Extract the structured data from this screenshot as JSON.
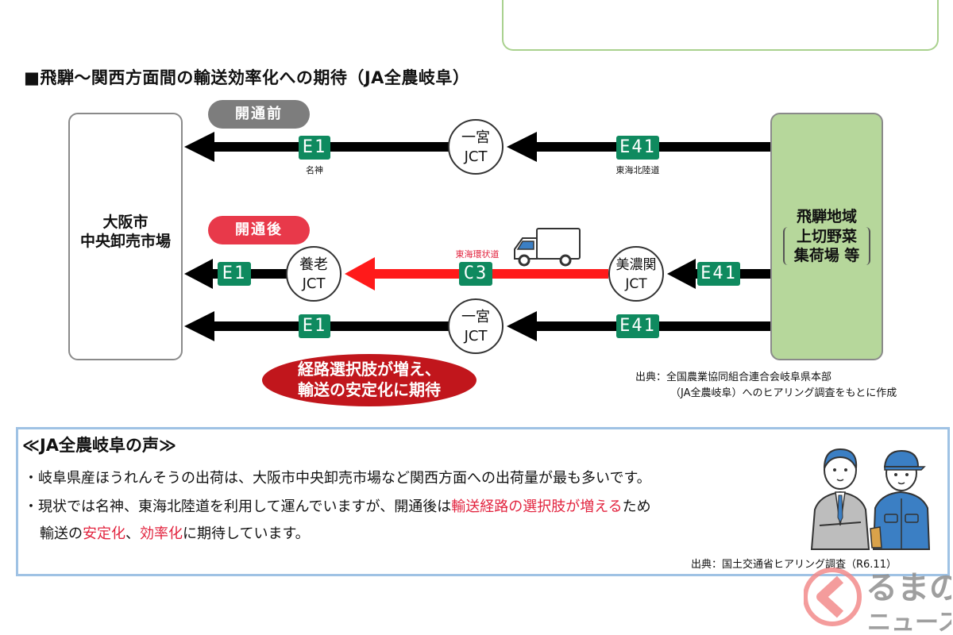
{
  "title": "■飛騨～関西方面間の輸送効率化への期待（JA全農岐阜）",
  "nodes": {
    "destination": [
      "大阪市",
      "中央卸売市場"
    ],
    "origin_title": "飛騨地域",
    "origin_sub": [
      "上切野菜",
      "集荷場 等"
    ]
  },
  "badges": {
    "before": "開通前",
    "after": "開通後"
  },
  "routes": {
    "before": {
      "segments": [
        {
          "sign": "E41",
          "name": "東海北陸道"
        },
        {
          "jct": [
            "一宮",
            "JCT"
          ]
        },
        {
          "sign": "E1",
          "name": "名神"
        }
      ]
    },
    "after_new": {
      "segments": [
        {
          "sign": "E41"
        },
        {
          "jct": [
            "美濃関",
            "JCT"
          ]
        },
        {
          "sign": "C3",
          "name": "東海環状道"
        },
        {
          "jct": [
            "養老",
            "JCT"
          ]
        },
        {
          "sign": "E1"
        }
      ]
    },
    "after_existing": {
      "segments": [
        {
          "sign": "E41"
        },
        {
          "jct": [
            "一宮",
            "JCT"
          ]
        },
        {
          "sign": "E1"
        }
      ]
    }
  },
  "colors": {
    "sign_green": "#0f8a5f",
    "new_route_red": "#ff1a1a",
    "origin_green": "#b6d79b",
    "after_pill": "#e8394a",
    "before_pill": "#7d7d7d",
    "bubble": "#c1161c"
  },
  "bubble": [
    "経路選択肢が増え、",
    "輸送の安定化に期待"
  ],
  "source1": [
    "出典：全国農業協同組合連合会岐阜県本部",
    "（JA全農岐阜）へのヒアリング調査をもとに作成"
  ],
  "voice": {
    "title": "≪JA全農岐阜の声≫",
    "line1": "・岐阜県産ほうれんそうの出荷は、大阪市中央卸売市場など関西方面への出荷量が最も多いです。",
    "line2_a": "・現状では名神、東海北陸道を利用して運んでいますが、開通後は",
    "line2_red": "輸送経路の選択肢が増える",
    "line2_b": "ため",
    "line3_a": "輸送の",
    "line3_red1": "安定化",
    "line3_sep": "、",
    "line3_red2": "効率化",
    "line3_b": "に期待しています。",
    "source": "出典：国土交通省ヒアリング調査（R6.11）"
  },
  "watermark": {
    "line1": "るまの",
    "line2": "ニュース"
  }
}
